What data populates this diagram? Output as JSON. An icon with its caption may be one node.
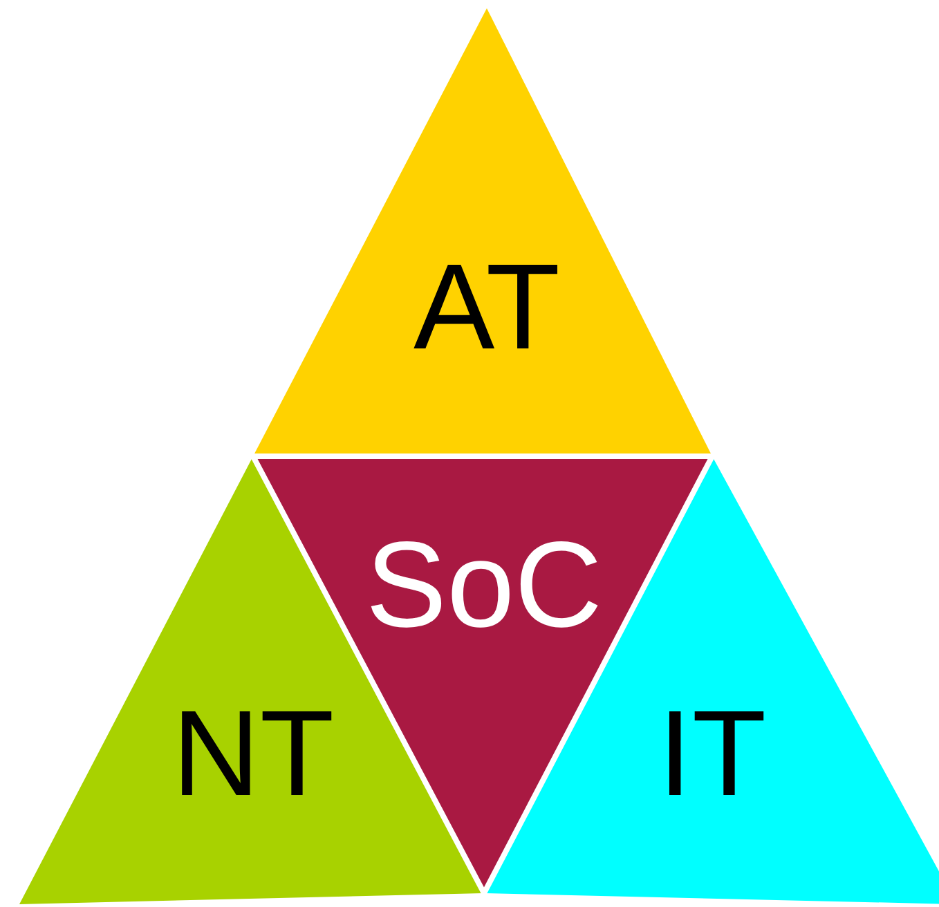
{
  "diagram": {
    "nodes": [
      {
        "text": [
          "AT"
        ]
      },
      {
        "text": [
          "SoC"
        ]
      },
      {
        "text": [
          "NT"
        ]
      },
      {
        "text": [
          "IT"
        ]
      }
    ]
  }
}
